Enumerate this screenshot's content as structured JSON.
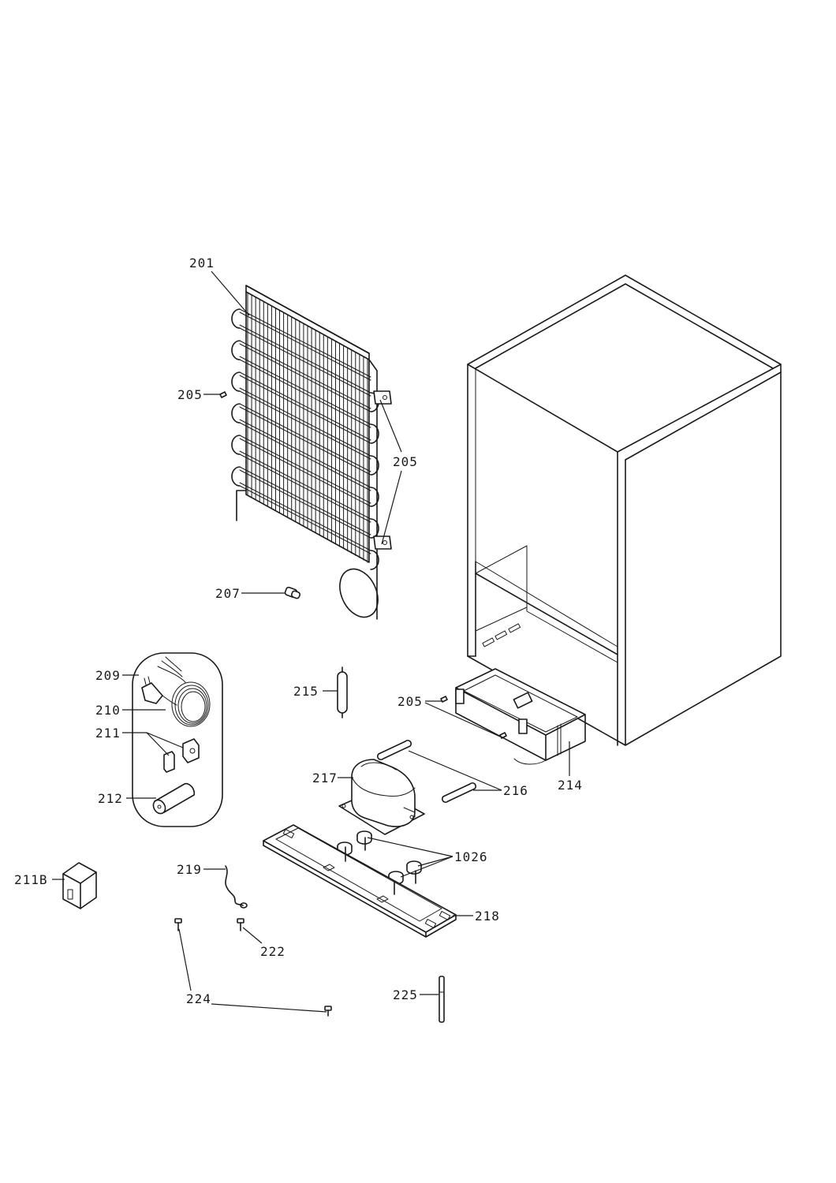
{
  "diagram": {
    "part_labels": {
      "p201": "201",
      "p205a": "205",
      "p205b": "205",
      "p205c": "205",
      "p207": "207",
      "p209": "209",
      "p210": "210",
      "p211": "211",
      "p212": "212",
      "p211b": "211B",
      "p214": "214",
      "p215": "215",
      "p216": "216",
      "p217": "217",
      "p218": "218",
      "p219": "219",
      "p222": "222",
      "p224": "224",
      "p225": "225",
      "p1026": "1026"
    },
    "line_color": "#1a1a1a",
    "background": "#ffffff"
  }
}
